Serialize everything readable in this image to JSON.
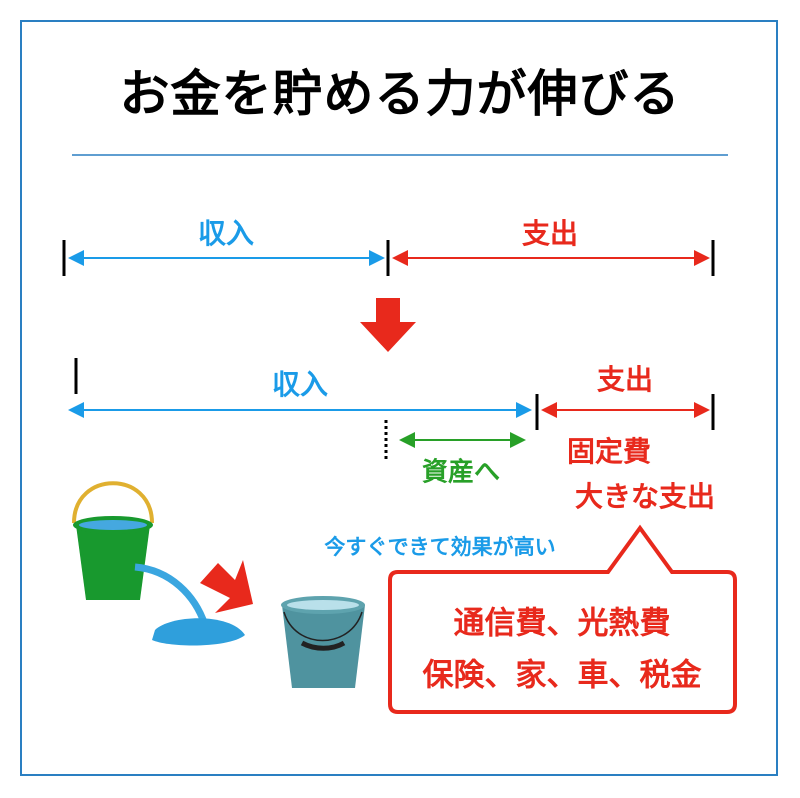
{
  "title": "お金を貯める力が伸びる",
  "before": {
    "income_label": "収入",
    "expense_label": "支出"
  },
  "after": {
    "income_label": "収入",
    "expense_label": "支出",
    "savings_label": "資産へ"
  },
  "fixed_cost": {
    "line1": "固定費",
    "line2": "大きな支出"
  },
  "effect_caption": "今すぐできて効果が高い",
  "callout": {
    "line1": "通信費、光熱費",
    "line2": "保険、家、車、税金"
  },
  "colors": {
    "income": "#1a9be8",
    "expense": "#e8291c",
    "savings": "#28a028",
    "frame": "#2a7fc2"
  }
}
